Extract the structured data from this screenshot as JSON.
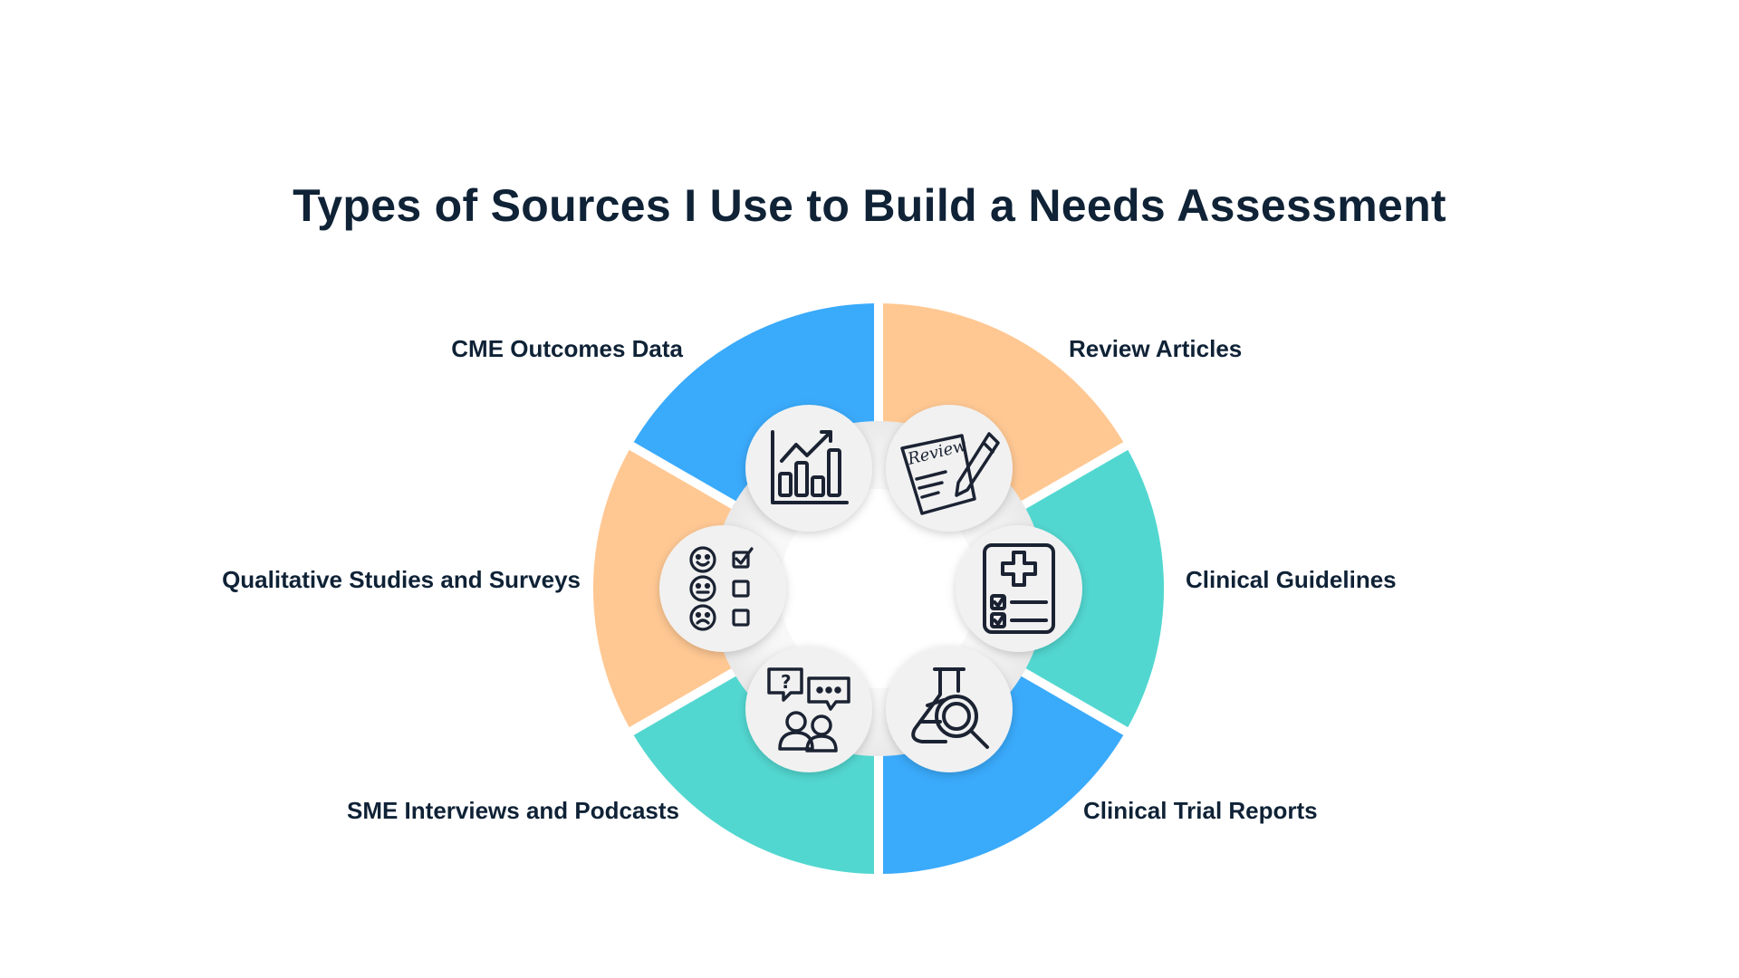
{
  "title": "Types of Sources I Use to Build a Needs Assessment",
  "colors": {
    "blue": "#3aaafb",
    "peach": "#ffc893",
    "teal": "#52d7d0",
    "title": "#0f2236",
    "icon_stroke": "#1b2333",
    "icon_bg": "#f1f1f1"
  },
  "segments": [
    {
      "label": "CME Outcomes Data",
      "color": "blue",
      "icon": "bar-chart-icon"
    },
    {
      "label": "Review Articles",
      "color": "peach",
      "icon": "review-document-pen-icon"
    },
    {
      "label": "Clinical Guidelines",
      "color": "teal",
      "icon": "medical-checklist-icon"
    },
    {
      "label": "Clinical Trial Reports",
      "color": "blue",
      "icon": "lab-flask-magnifier-icon"
    },
    {
      "label": "SME Interviews and Podcasts",
      "color": "teal",
      "icon": "conversation-people-icon"
    },
    {
      "label": "Qualitative Studies and Surveys",
      "color": "peach",
      "icon": "survey-faces-icon"
    }
  ],
  "review_icon_text": "Review"
}
